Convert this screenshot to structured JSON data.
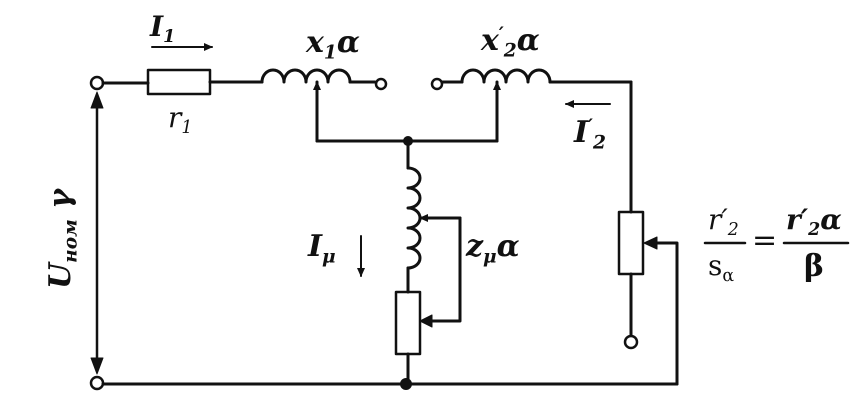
{
  "diagram": {
    "labels": {
      "i1": {
        "main": "I",
        "sub": "1"
      },
      "x1a": {
        "main": "x",
        "sub": "1",
        "post": "α"
      },
      "x2a": {
        "main": "x",
        "sup": "′",
        "sub": "2",
        "post": "α"
      },
      "r1": {
        "main": "r",
        "sub": "1"
      },
      "i2": {
        "main": "I",
        "sup": "′",
        "sub": "2"
      },
      "unom": {
        "main": "U",
        "sub": "ном",
        "post": " γ"
      },
      "imu": {
        "main": "I",
        "sub": "μ"
      },
      "zmua": {
        "main": "z",
        "sub": "μ",
        "post": "α"
      },
      "eq": {
        "lhs_num": "r′",
        "lhs_num_sub": "2",
        "lhs_den": "s",
        "lhs_den_sub": "α",
        "equals": "=",
        "rhs_num": "r′",
        "rhs_num_sub": "2",
        "rhs_num_post": "α",
        "rhs_den": "β"
      }
    },
    "colors": {
      "ink": "#111111",
      "paper": "#ffffff"
    }
  }
}
